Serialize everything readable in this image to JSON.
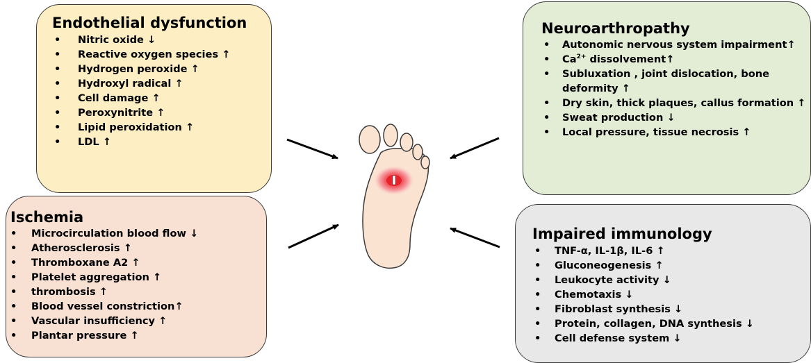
{
  "endothelial": {
    "title": "Endothelial dysfunction",
    "items": [
      {
        "text": "Nitric oxide",
        "trend": "↓"
      },
      {
        "text": "Reactive oxygen species",
        "trend": "↑"
      },
      {
        "text": "Hydrogen peroxide",
        "trend": "↑"
      },
      {
        "text": "Hydroxyl radical",
        "trend": "↑"
      },
      {
        "text": "Cell damage",
        "trend": "↑"
      },
      {
        "text": "Peroxynitrite",
        "trend": "↑"
      },
      {
        "text": "Lipid peroxidation",
        "trend": "↑"
      },
      {
        "text": "LDL",
        "trend": "↑"
      }
    ]
  },
  "neuroarthropathy": {
    "title": "Neuroarthropathy",
    "items": [
      {
        "text": "Autonomic nervous system impairment",
        "trend": "↑"
      },
      {
        "prefix": "Ca",
        "sup": "2+",
        "text": " dissolvement",
        "trend": "↑"
      },
      {
        "text": "Subluxation , joint dislocation, bone deformity",
        "trend": "↑"
      },
      {
        "text": "Dry skin, thick plaques, callus formation",
        "trend": "↑"
      },
      {
        "text": "Sweat production",
        "trend": "↓"
      },
      {
        "text": "Local pressure, tissue necrosis",
        "trend": "↑"
      }
    ]
  },
  "ischemia": {
    "title": "Ischemia",
    "items": [
      {
        "text": "Microcirculation  blood flow",
        "trend": "↓"
      },
      {
        "text": "Atherosclerosis",
        "trend": "↑"
      },
      {
        "text": "Thromboxane A2",
        "trend": "↑"
      },
      {
        "text": "Platelet aggregation",
        "trend": "↑"
      },
      {
        "text": "thrombosis",
        "trend": "↑"
      },
      {
        "text": "Blood vessel constriction",
        "trend": "↑"
      },
      {
        "text": "Vascular insufficiency",
        "trend": "↑"
      },
      {
        "text": "Plantar pressure",
        "trend": "↑"
      }
    ]
  },
  "immunology": {
    "title": "Impaired immunology",
    "items": [
      {
        "text": "TNF-α, IL-1β, IL-6",
        "trend": "↑"
      },
      {
        "text": "Gluconeogenesis",
        "trend": "↑"
      },
      {
        "text": "Leukocyte activity",
        "trend": "↓"
      },
      {
        "text": "Chemotaxis",
        "trend": "↓"
      },
      {
        "text": "Fibroblast synthesis",
        "trend": "↓"
      },
      {
        "text": "Protein, collagen, DNA synthesis",
        "trend": "↓"
      },
      {
        "text": "Cell defense system",
        "trend": "↓"
      }
    ]
  },
  "bullet": "•",
  "colors": {
    "endothelial_fill": "#fdeec3",
    "neuro_fill": "#e3edd6",
    "ischemia_fill": "#f8e0d2",
    "immunology_fill": "#e8e8e8",
    "foot_fill": "#fbe3d2",
    "ulcer_red": "#e8202a"
  }
}
